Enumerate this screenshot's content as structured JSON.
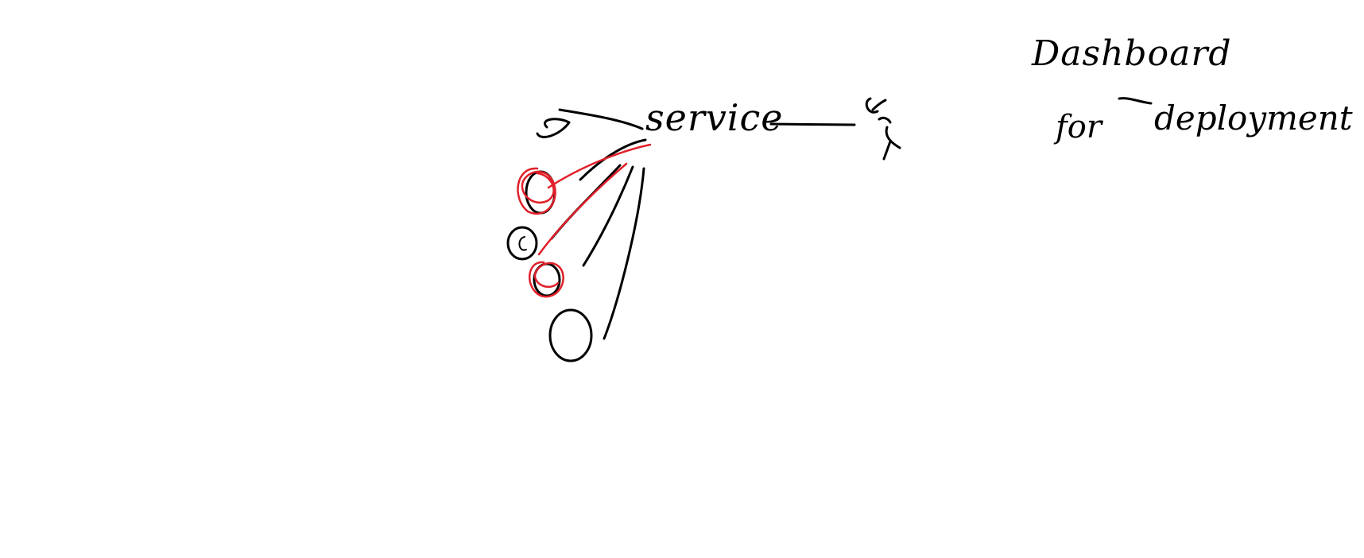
{
  "whiteboard": {
    "service_label": "service",
    "dashboard_title": "Dashboard",
    "dashboard_for": "for",
    "dashboard_deployment": "deployment"
  },
  "colors": {
    "background": "#ffffff",
    "ink": "#000000",
    "highlight": "#e0202a"
  }
}
